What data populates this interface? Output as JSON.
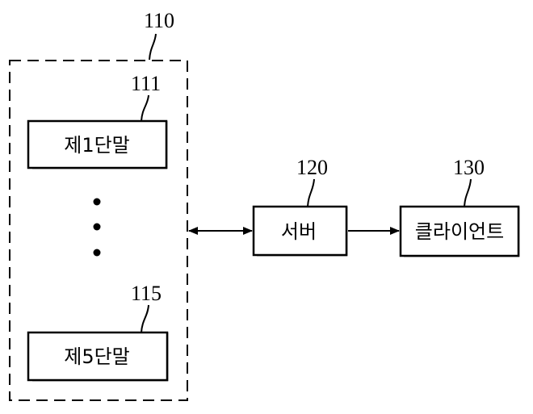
{
  "group": {
    "ref": "110"
  },
  "terminal_first": {
    "ref": "111",
    "label": "제1단말"
  },
  "terminal_last": {
    "ref": "115",
    "label": "제5단말"
  },
  "server": {
    "ref": "120",
    "label": "서버"
  },
  "client": {
    "ref": "130",
    "label": "클라이언트"
  }
}
